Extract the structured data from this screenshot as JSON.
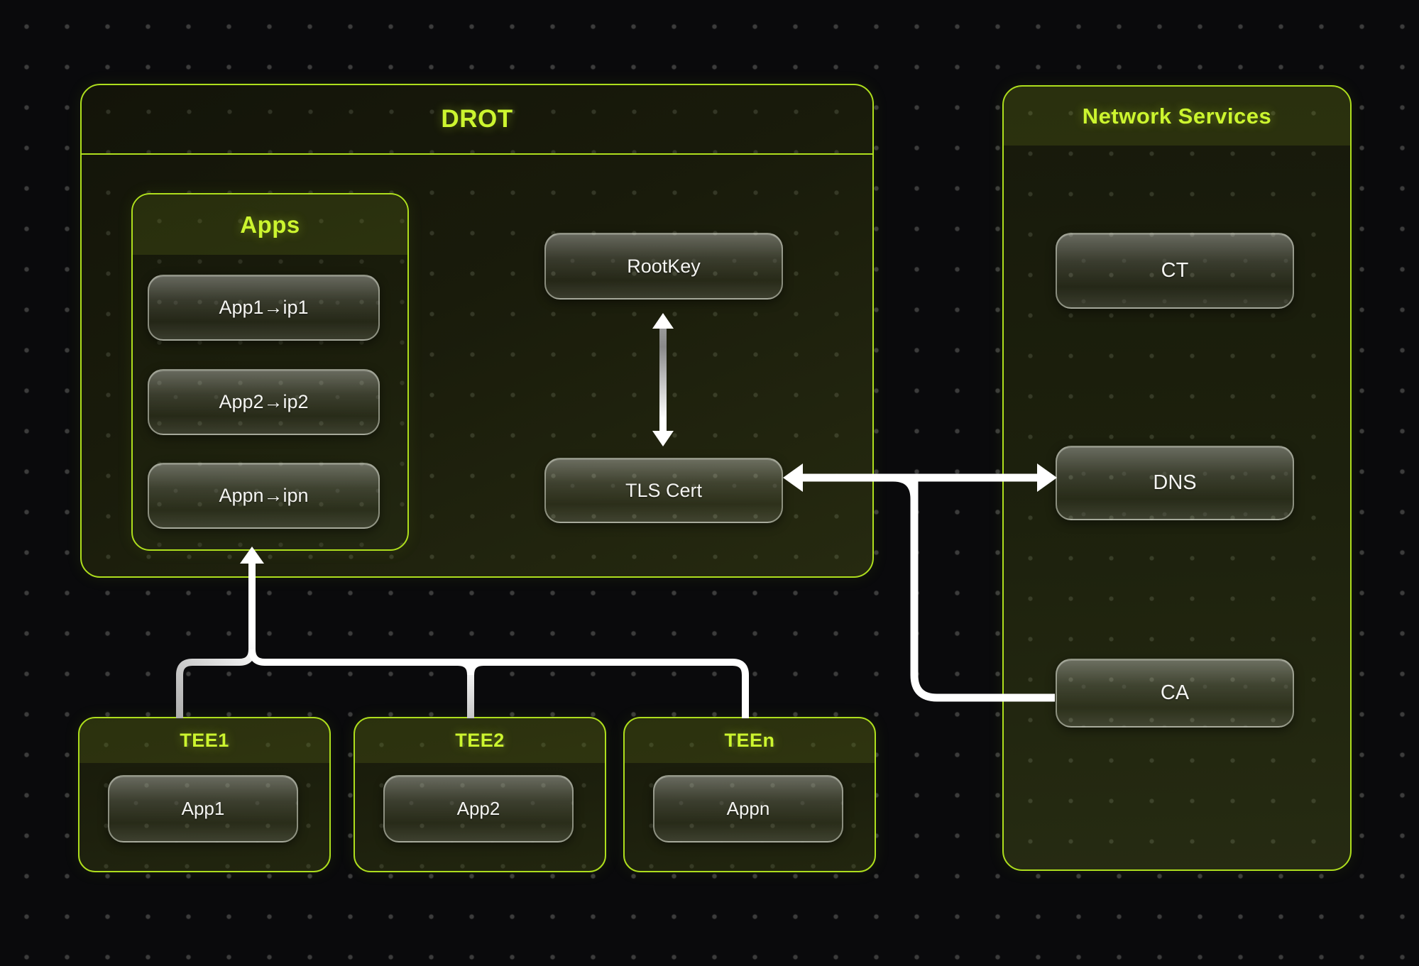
{
  "colors": {
    "accent_text": "#ccf52f",
    "accent_border": "#aede1d",
    "wire": "#ffffff"
  },
  "drot": {
    "title": "DROT",
    "apps": {
      "title": "Apps",
      "rows": [
        {
          "label": "App1→ip1"
        },
        {
          "label": "App2→ip2"
        },
        {
          "label": "Appn→ipn"
        }
      ]
    },
    "rootkey_label": "RootKey",
    "tls_label": "TLS Cert"
  },
  "network": {
    "title": "Network Services",
    "nodes": [
      {
        "label": "CT"
      },
      {
        "label": "DNS"
      },
      {
        "label": "CA"
      }
    ]
  },
  "tees": [
    {
      "title": "TEE1",
      "app": "App1"
    },
    {
      "title": "TEE2",
      "app": "App2"
    },
    {
      "title": "TEEn",
      "app": "Appn"
    }
  ]
}
